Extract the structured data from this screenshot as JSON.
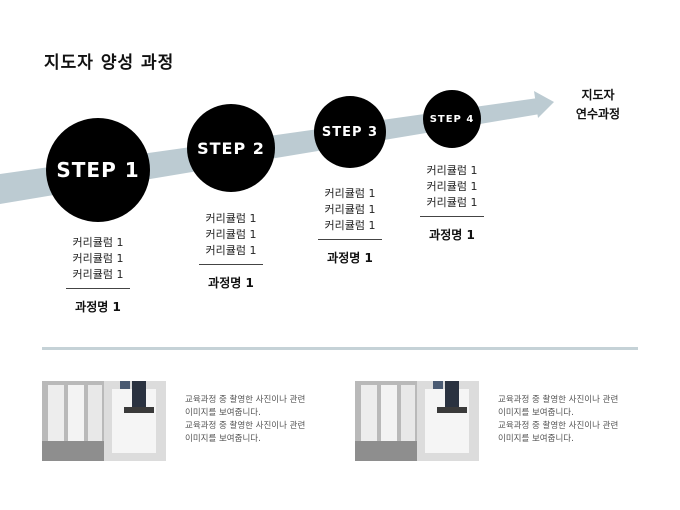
{
  "title": "지도자 양성 과정",
  "goal": {
    "line1": "지도자",
    "line2": "연수과정"
  },
  "steps": [
    {
      "label": "STEP 1",
      "curriculum": [
        "커리큘럼 1",
        "커리큘럼 1",
        "커리큘럼 1"
      ],
      "course": "과정명 1"
    },
    {
      "label": "STEP 2",
      "curriculum": [
        "커리큘럼 1",
        "커리큘럼 1",
        "커리큘럼 1"
      ],
      "course": "과정명 1"
    },
    {
      "label": "STEP 3",
      "curriculum": [
        "커리큘럼 1",
        "커리큘럼 1",
        "커리큘럼 1"
      ],
      "course": "과정명 1"
    },
    {
      "label": "STEP 4",
      "curriculum": [
        "커리큘럼 1",
        "커리큘럼 1",
        "커리큘럼 1"
      ],
      "course": "과정명 1"
    }
  ],
  "photos": [
    {
      "lines": [
        "교육과정 중 촬영한 사진이나 관련",
        "이미지를 보여줍니다.",
        "교육과정 중 촬영한 사진이나 관련",
        "이미지를 보여줍니다."
      ]
    },
    {
      "lines": [
        "교육과정 중 촬영한 사진이나 관련",
        "이미지를 보여줍니다.",
        "교육과정 중 촬영한 사진이나 관련",
        "이미지를 보여줍니다."
      ]
    }
  ],
  "colors": {
    "arrow": "#bccbd2",
    "circle": "#000000",
    "divider": "#c5d2d7"
  }
}
